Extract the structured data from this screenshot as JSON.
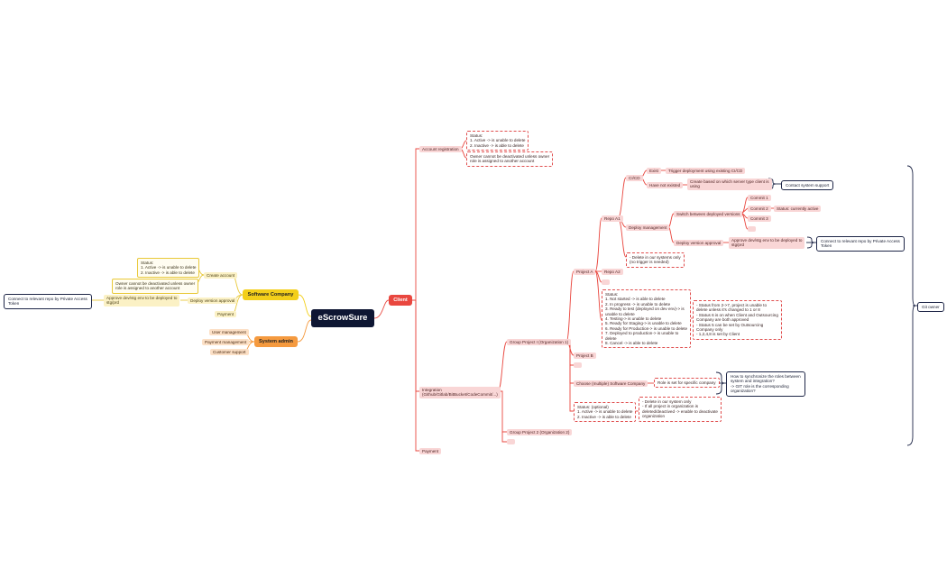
{
  "root": "eScrowSure",
  "client": {
    "label": "Client",
    "account_registration": "Account registration",
    "acct_status": "Status:\n1. Active -> is unable to delete\n2. Inactive -> is able to delete",
    "acct_owner_note": "Owner cannot be deactivated unless owner\nrole is assigned to another account",
    "integration": "Integration\n(Github/Gitlab/BitBucket/CodeCommit/...)",
    "payment": "Payment",
    "group_project_1": "Group Project I (Organization 1)",
    "group_project_2": "Group Project 2 (Organization 2)",
    "group_status": "Status: (optional)\n1. Active -> is unable to delete\n2. Inactive -> is able to delete",
    "group_delete_note": "- Delete in our system only\n- If all project in organization is\ndeleted/deactived -> enable to deactivate\norganization",
    "project_a": "Project A",
    "project_b": "Project B",
    "repo_a1": "Repo A1",
    "repo_a2": "Repo A2",
    "cicd": "CI/CD",
    "exist": "Exist",
    "trigger_deployment": "Trigger deployment using existing CI/CD",
    "have_not_existed": "Have not existed",
    "create_based_on": "Create based on which server type client is\nusing",
    "contact_support": "Contact system support",
    "deploy_management": "Deploy management",
    "switch_versions": "Switch between deployed versions",
    "commit_1": "Commit 1",
    "commit_2": "Commit 2",
    "commit_3": "Commit 3",
    "status_active": "Status: currently active",
    "deploy_version_approval": "Deploy version approval",
    "approve_dev_stg": "Approve dev/stg env to be deployed to\nstg/prd",
    "connect_repo": "Connect to relevant repo by Private Access\nToken",
    "repo_delete_note": "- Delete in our systems only\n(no trigger is needed)",
    "project_status": "Status:\n1. Not started -> is able to delete\n2. In progress -> is unable to delete\n3. Ready to test (deployed on dev env)-> is\nunable to delete\n4. Testing-> is unable to delete\n5. Ready for Staging-> is unable to delete\n6. Ready for Production-> is unable to delete\n7. Deployed to production-> is unable to\ndelete\n8. Cancel -> is able to delete",
    "status_rules": "- Status from 2->7, project is unable to\ndelete unless it's changed to 1 or 8\n- Status 6 is on when Client and Outsourcing\nCompany are both approved\n- Status 5 can be set by Outsourcing\nCompany only\n- 1,2,4,8 is set by Client",
    "choose_software_company": "Choose (multiple) Software Company",
    "role_is_set": "Role is set for specific company",
    "sync_roles_note": "How to synchronize the roles between\nsystem and integration?\n-> GIT role is the corresponding\norganization?",
    "git_owner": "Git owner"
  },
  "software_company": {
    "label": "Software Company",
    "create_account": "Create account",
    "acct_status": "Status:\n1. Active -> is unable to delete\n2. Inactive -> is able to delete",
    "owner_note": "Owner cannot be deactivated unless owner\nrole is assigned to another account",
    "deploy_version_approval": "Deploy version approval",
    "approve_dev_stg": "Approve dev/stg env to be deployed to\nstg/prd",
    "connect_repo": "Connect to relevant repo by Private Access\nToken",
    "payment": "Payment"
  },
  "system_admin": {
    "label": "System admin",
    "user_management": "User management",
    "payment_management": "Payment management",
    "customer_support": "Customer support"
  },
  "colors": {
    "client": "#e9473f",
    "software_company": "#f3cf1a",
    "system_admin": "#f59a3f",
    "root": "#0e1633"
  }
}
